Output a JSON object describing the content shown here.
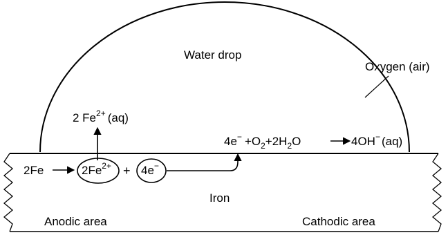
{
  "labels": {
    "water_drop": "Water drop",
    "oxygen": "Oxygen (air)",
    "iron": "Iron",
    "anodic_area": "Anodic area",
    "cathodic_area": "Cathodic area"
  },
  "anodic_reaction": {
    "reactant": "2Fe",
    "ion_coef": "2Fe",
    "ion_charge": "2+",
    "plus": "+",
    "electrons_coef": "4e",
    "electrons_charge": "−"
  },
  "dissolved_ion": {
    "coef": "2 Fe",
    "charge": "2+",
    "state": "(aq)"
  },
  "cathodic_reaction": {
    "electrons": "4e",
    "electrons_charge": "−",
    "plus1": "+O",
    "o2_sub": "2",
    "plus2": "+2H",
    "h_sub": "2",
    "water_tail": "O",
    "product": "4OH",
    "product_charge": "−",
    "product_state": "(aq)"
  }
}
